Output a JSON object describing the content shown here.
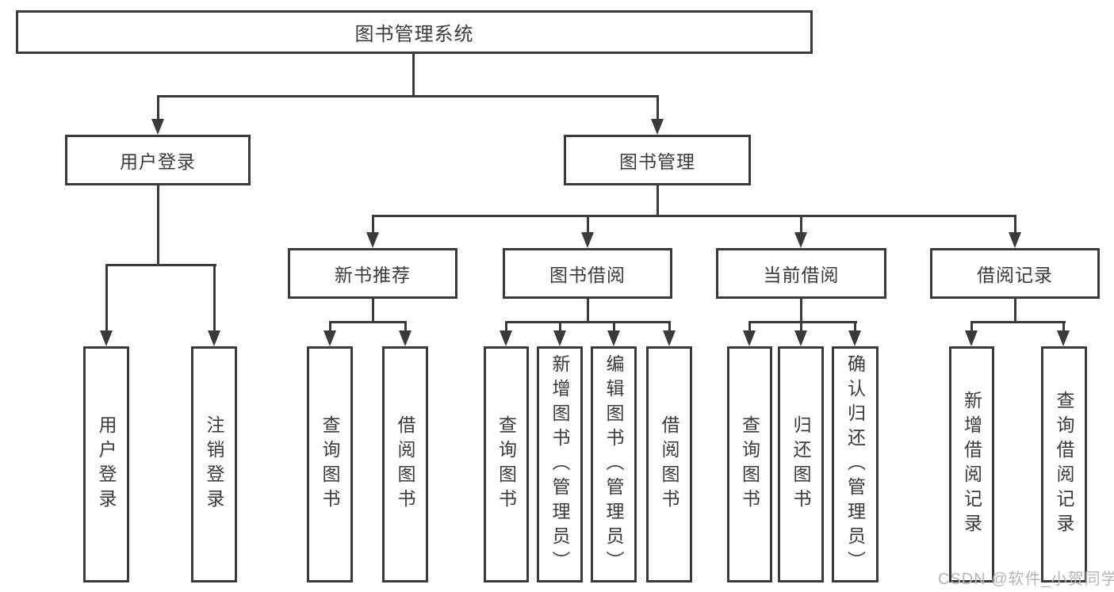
{
  "tree": {
    "root": {
      "label": "图书管理系统"
    },
    "branches": [
      {
        "label": "用户登录",
        "children": [
          {
            "label": "用户登录"
          },
          {
            "label": "注销登录"
          }
        ]
      },
      {
        "label": "图书管理",
        "children": [
          {
            "label": "新书推荐",
            "children": [
              {
                "label": "查询图书"
              },
              {
                "label": "借阅图书"
              }
            ]
          },
          {
            "label": "图书借阅",
            "children": [
              {
                "label": "查询图书"
              },
              {
                "label": "新增图书（管理员）"
              },
              {
                "label": "编辑图书（管理员）"
              },
              {
                "label": "借阅图书"
              }
            ]
          },
          {
            "label": "当前借阅",
            "children": [
              {
                "label": "查询图书"
              },
              {
                "label": "归还图书"
              },
              {
                "label": "确认归还（管理员）"
              }
            ]
          },
          {
            "label": "借阅记录",
            "children": [
              {
                "label": "新增借阅记录"
              },
              {
                "label": "查询借阅记录"
              }
            ]
          }
        ]
      }
    ]
  },
  "watermark": {
    "text": "CSDN @软件_小贺同学"
  },
  "colors": {
    "line": "#3a3a3a",
    "text": "#3a3a3a",
    "box_background": "#ffffff",
    "watermark": "#b5b5b5"
  }
}
